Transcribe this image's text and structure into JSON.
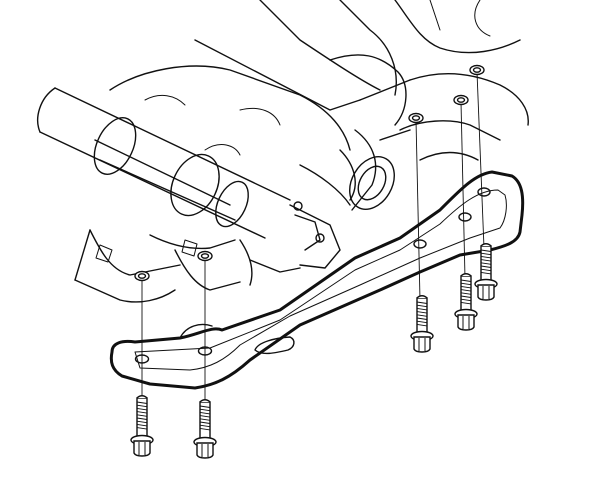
{
  "diagram": {
    "subject": "crossmember-bolt-installation",
    "line_color": "#111111",
    "background": "#ffffff"
  },
  "bolts": [
    {
      "id": "bolt-front-left"
    },
    {
      "id": "bolt-front-left-inner"
    },
    {
      "id": "bolt-center"
    },
    {
      "id": "bolt-right-rear"
    },
    {
      "id": "bolt-right-front"
    }
  ]
}
